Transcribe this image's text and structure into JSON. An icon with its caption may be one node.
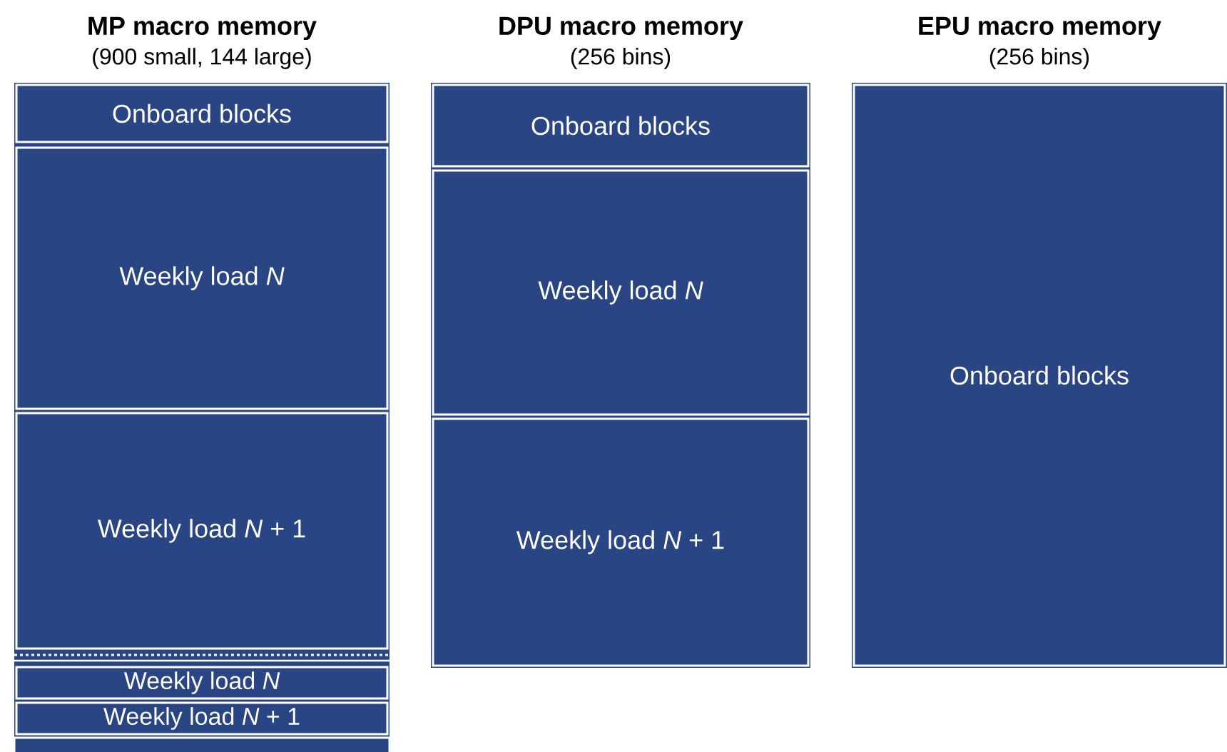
{
  "diagram": {
    "nodes": [
      {
        "text": [
          "MP macro memory",
          "(900 small, 144 large)"
        ]
      },
      {
        "text": [
          "Onboard blocks"
        ],
        "in": 0
      },
      {
        "text": [
          "Weekly load *N*"
        ],
        "in": 0
      },
      {
        "text": [
          "Weekly load *N* + 1"
        ],
        "in": 0
      },
      {
        "text": [
          "Weekly load *N*"
        ],
        "in": 0
      },
      {
        "text": [
          "Weekly load *N* + 1"
        ],
        "in": 0
      },
      {
        "text": [
          "DPU macro memory",
          "(256 bins)"
        ]
      },
      {
        "text": [
          "Onboard blocks"
        ],
        "in": 6
      },
      {
        "text": [
          "Weekly load *N*"
        ],
        "in": 6
      },
      {
        "text": [
          "Weekly load *N* + 1"
        ],
        "in": 6
      },
      {
        "text": [
          "EPU macro memory",
          "(256 bins)"
        ]
      },
      {
        "text": [
          "Onboard blocks"
        ],
        "in": 10
      }
    ]
  }
}
